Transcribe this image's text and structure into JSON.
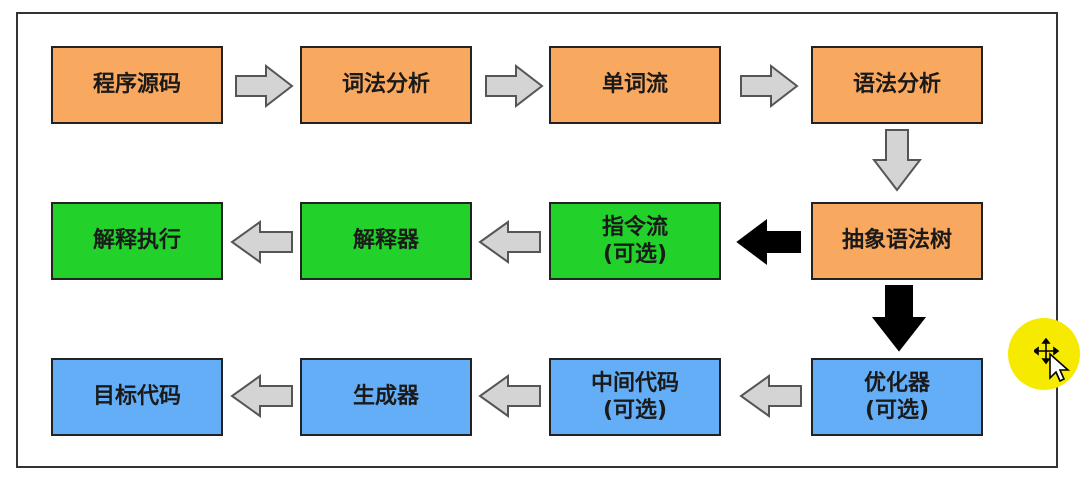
{
  "colors": {
    "orange": "#f9a85f",
    "green": "#22d22b",
    "blue": "#63aef7",
    "arrow_gray": "#d4d4d4",
    "arrow_black": "#000000",
    "cursor_highlight": "#f5ea00"
  },
  "nodes": {
    "source_code": "程序源码",
    "lexical_analysis": "词法分析",
    "token_stream": "单词流",
    "syntax_analysis": "语法分析",
    "ast": "抽象语法树",
    "instruction_stream_line1": "指令流",
    "instruction_stream_line2": "(可选)",
    "interpreter": "解释器",
    "interpret_execute": "解释执行",
    "optimizer_line1": "优化器",
    "optimizer_line2": "(可选)",
    "intermediate_code_line1": "中间代码",
    "intermediate_code_line2": "(可选)",
    "generator": "生成器",
    "target_code": "目标代码"
  },
  "icons": [
    "arrow-right-icon",
    "arrow-down-icon",
    "arrow-left-icon",
    "move-cursor-icon"
  ]
}
